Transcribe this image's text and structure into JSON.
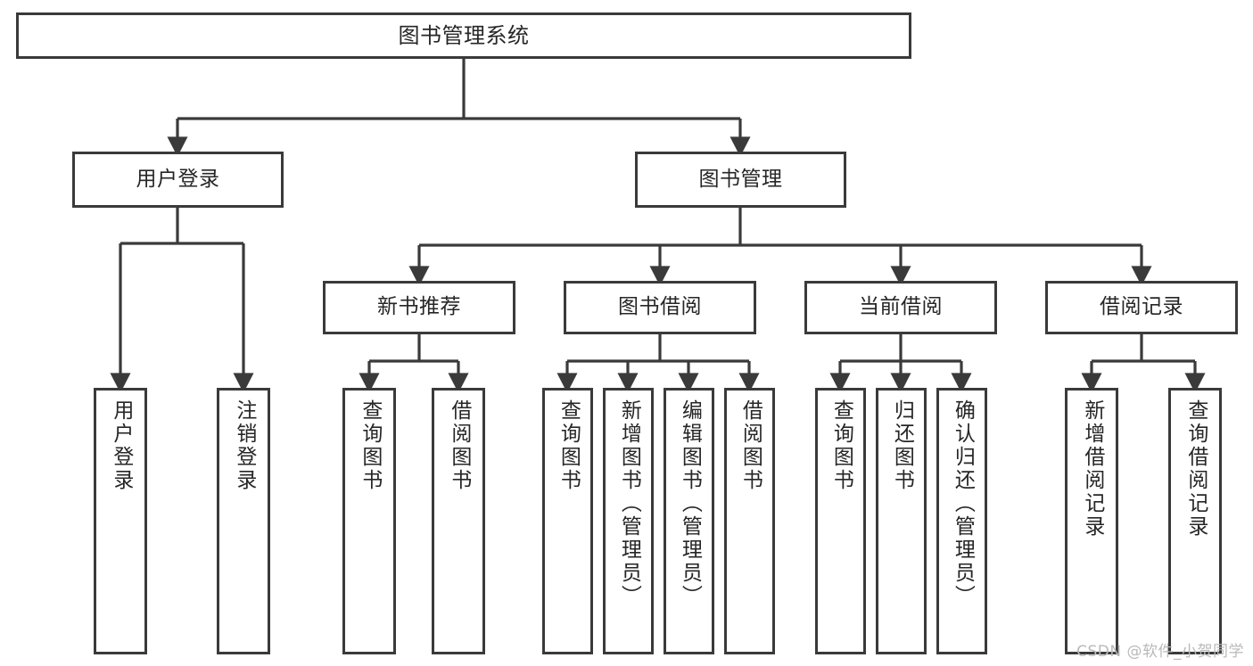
{
  "diagram": {
    "title": "图书管理系统",
    "type": "tree",
    "root": {
      "label": "图书管理系统"
    },
    "level2": [
      {
        "id": "user-login",
        "label": "用户登录"
      },
      {
        "id": "book-management",
        "label": "图书管理"
      }
    ],
    "level3": [
      {
        "id": "new-book-recommend",
        "label": "新书推荐",
        "parent": "book-management"
      },
      {
        "id": "book-borrow",
        "label": "图书借阅",
        "parent": "book-management"
      },
      {
        "id": "current-borrow",
        "label": "当前借阅",
        "parent": "book-management"
      },
      {
        "id": "borrow-record",
        "label": "借阅记录",
        "parent": "book-management"
      }
    ],
    "leaves": [
      {
        "id": "leaf-user-login",
        "label": "用户登录",
        "parent": "user-login"
      },
      {
        "id": "leaf-user-logout",
        "label": "注销登录",
        "parent": "user-login"
      },
      {
        "id": "leaf-query-book-1",
        "label": "查询图书",
        "parent": "new-book-recommend"
      },
      {
        "id": "leaf-borrow-book-1",
        "label": "借阅图书",
        "parent": "new-book-recommend"
      },
      {
        "id": "leaf-query-book-2",
        "label": "查询图书",
        "parent": "book-borrow"
      },
      {
        "id": "leaf-add-book",
        "label": "新增图书（管理员）",
        "parent": "book-borrow"
      },
      {
        "id": "leaf-edit-book",
        "label": "编辑图书（管理员）",
        "parent": "book-borrow"
      },
      {
        "id": "leaf-borrow-book-2",
        "label": "借阅图书",
        "parent": "book-borrow"
      },
      {
        "id": "leaf-query-book-3",
        "label": "查询图书",
        "parent": "current-borrow"
      },
      {
        "id": "leaf-return-book",
        "label": "归还图书",
        "parent": "current-borrow"
      },
      {
        "id": "leaf-confirm-return",
        "label": "确认归还（管理员）",
        "parent": "current-borrow"
      },
      {
        "id": "leaf-add-record",
        "label": "新增借阅记录",
        "parent": "borrow-record"
      },
      {
        "id": "leaf-query-record",
        "label": "查询借阅记录",
        "parent": "borrow-record"
      }
    ]
  },
  "watermark": {
    "text": "CSDN @软件_小贺同学"
  },
  "colors": {
    "stroke": "#3a3a3a",
    "text": "#262626",
    "background": "#ffffff",
    "watermark": "#b9b9b9"
  }
}
